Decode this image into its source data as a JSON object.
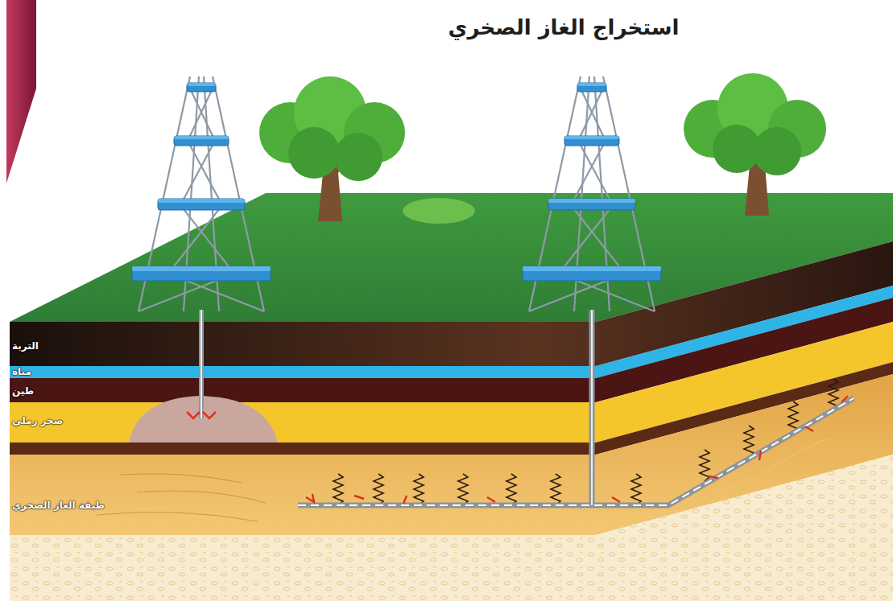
{
  "diagram": {
    "title": "استخراج الغاز الصخري",
    "labels": [
      "التربة",
      "مياه",
      "طين",
      "صخر رملي",
      "طبقة الغاز الصخري"
    ]
  }
}
